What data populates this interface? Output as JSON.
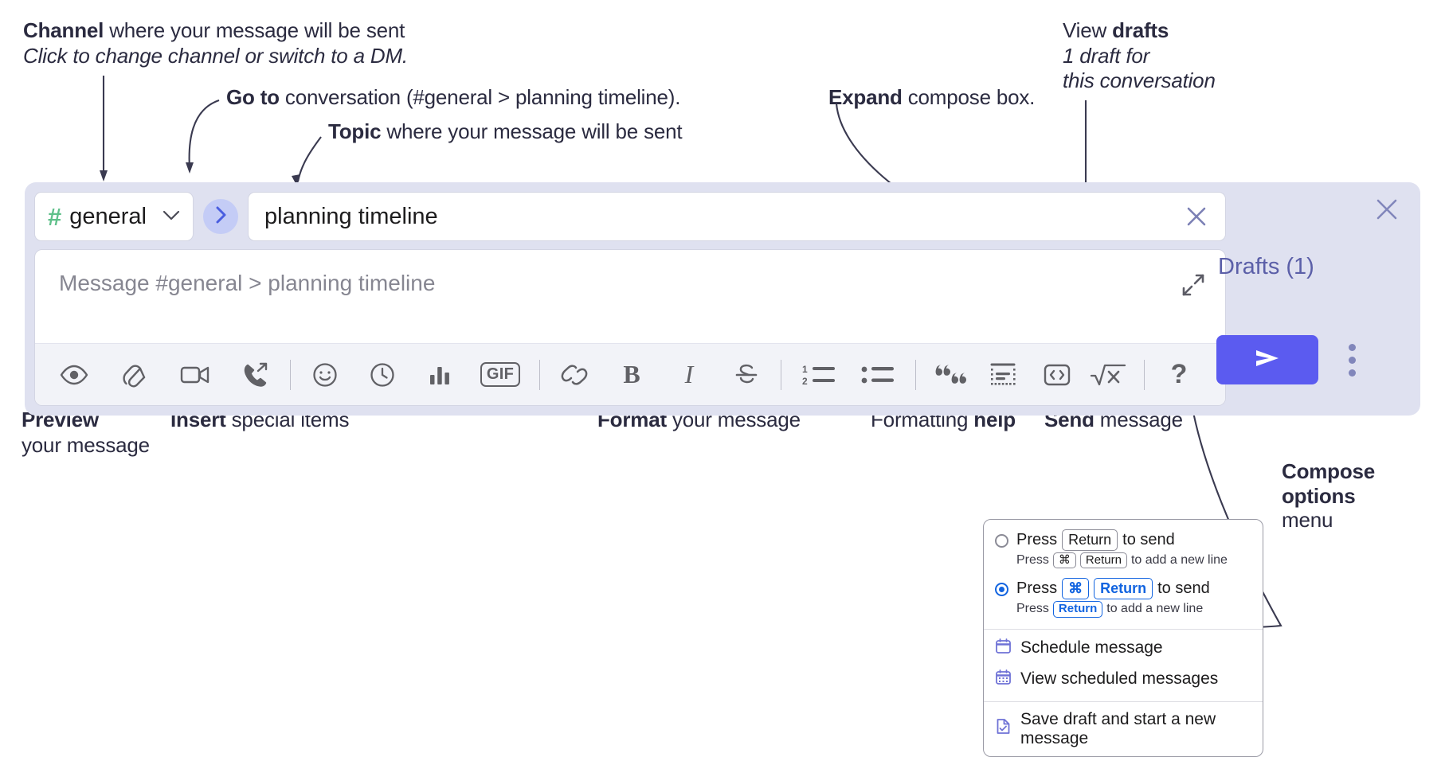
{
  "annotations": {
    "channel": {
      "bold": "Channel",
      "rest": " where your message will be sent",
      "italic": "Click to change channel or switch to a DM."
    },
    "goto": {
      "bold": "Go to",
      "rest": " conversation (#general > planning timeline)."
    },
    "topic": {
      "bold": "Topic",
      "rest": " where your message will be sent"
    },
    "expand": {
      "bold": "Expand",
      "rest": " compose box."
    },
    "drafts": {
      "bold_prefix": "View ",
      "bold": "drafts",
      "italic_1": "1 draft for",
      "italic_2": "this conversation"
    },
    "preview": {
      "bold": "Preview",
      "rest": "your message"
    },
    "insert": {
      "bold": "Insert",
      "rest": " special items"
    },
    "format": {
      "bold": "Format",
      "rest": " your message"
    },
    "help": {
      "prefix": "Formatting ",
      "bold": "help"
    },
    "send": {
      "bold": "Send",
      "rest": " message"
    },
    "compose_options": {
      "bold_1": "Compose",
      "bold_2": "options",
      "rest": "menu"
    }
  },
  "compose": {
    "channel": {
      "hash": "#",
      "name": "general",
      "chevron": "chevron-down-icon"
    },
    "goto_icon": "chevron-right-icon",
    "topic": {
      "value": "planning timeline",
      "clear_icon": "close-icon"
    },
    "message": {
      "placeholder": "Message #general > planning timeline",
      "value": ""
    },
    "expand_icon": "expand-arrows-icon",
    "toolbar": [
      {
        "name": "preview-button",
        "icon": "eye-icon",
        "label": ""
      },
      {
        "name": "attach-button",
        "icon": "paperclip-icon",
        "label": ""
      },
      {
        "name": "video-button",
        "icon": "video-camera-icon",
        "label": ""
      },
      {
        "name": "call-button",
        "icon": "phone-forward-icon",
        "label": ""
      },
      {
        "name": "emoji-button",
        "icon": "smiley-icon",
        "label": ""
      },
      {
        "name": "schedule-button",
        "icon": "clock-icon",
        "label": ""
      },
      {
        "name": "poll-button",
        "icon": "bar-chart-icon",
        "label": ""
      },
      {
        "name": "gif-button",
        "icon": "gif-icon",
        "label": "GIF"
      },
      {
        "name": "link-button",
        "icon": "link-icon",
        "label": ""
      },
      {
        "name": "bold-button",
        "icon": "bold-icon",
        "label": "B"
      },
      {
        "name": "italic-button",
        "icon": "italic-icon",
        "label": "I"
      },
      {
        "name": "strikethrough-button",
        "icon": "strikethrough-icon",
        "label": "S"
      },
      {
        "name": "ordered-list-button",
        "icon": "ordered-list-icon",
        "label": ""
      },
      {
        "name": "bulleted-list-button",
        "icon": "bulleted-list-icon",
        "label": ""
      },
      {
        "name": "blockquote-button",
        "icon": "quote-icon",
        "label": ""
      },
      {
        "name": "code-block-button",
        "icon": "code-block-icon",
        "label": ""
      },
      {
        "name": "inline-code-button",
        "icon": "code-brackets-icon",
        "label": ""
      },
      {
        "name": "math-button",
        "icon": "square-root-x-icon",
        "label": ""
      },
      {
        "name": "help-button",
        "icon": "question-mark-icon",
        "label": "?"
      }
    ],
    "rail": {
      "close_icon": "close-icon",
      "drafts_label": "Drafts (1)",
      "send_icon": "paper-plane-icon",
      "more_icon": "kebab-menu-icon"
    }
  },
  "menu": {
    "options": [
      {
        "selected": false,
        "line": {
          "pre": "Press",
          "key": "Return",
          "post": "to send"
        },
        "sub": {
          "pre": "Press",
          "key1": "⌘",
          "key2": "Return",
          "post": "to add a new line"
        }
      },
      {
        "selected": true,
        "line": {
          "pre": "Press",
          "key1": "⌘",
          "key2": "Return",
          "post": "to send"
        },
        "sub": {
          "pre": "Press",
          "key": "Return",
          "post": "to add a new line"
        }
      }
    ],
    "items": [
      {
        "name": "schedule-message-item",
        "icon": "calendar-icon",
        "label": "Schedule message"
      },
      {
        "name": "view-scheduled-messages-item",
        "icon": "calendar-grid-icon",
        "label": "View scheduled messages"
      },
      {
        "name": "save-draft-item",
        "icon": "document-check-icon",
        "label": "Save draft and start a new message"
      }
    ]
  },
  "colors": {
    "compose_bg": "#dfe1f0",
    "send_button": "#5b5bf0",
    "drafts_text": "#5b5fa8",
    "channel_hash": "#5fc08a",
    "goto_circle": "#c4ccf6",
    "accent_blue": "#1264e0",
    "toolbar_bg": "#f2f3f8"
  }
}
